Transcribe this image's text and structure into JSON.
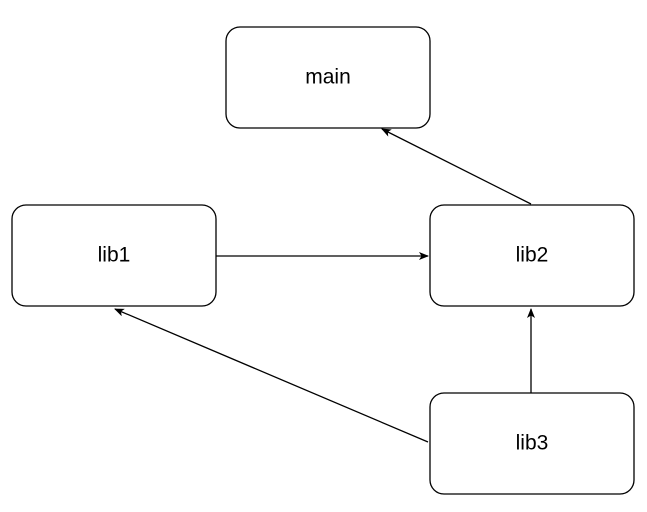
{
  "diagram": {
    "nodes": {
      "main": {
        "label": "main"
      },
      "lib1": {
        "label": "lib1"
      },
      "lib2": {
        "label": "lib2"
      },
      "lib3": {
        "label": "lib3"
      }
    },
    "edges": [
      {
        "from": "lib1",
        "to": "lib2"
      },
      {
        "from": "lib2",
        "to": "main"
      },
      {
        "from": "lib3",
        "to": "lib2"
      },
      {
        "from": "lib3",
        "to": "lib1"
      }
    ],
    "colors": {
      "stroke": "#000000",
      "fill": "#ffffff"
    }
  }
}
